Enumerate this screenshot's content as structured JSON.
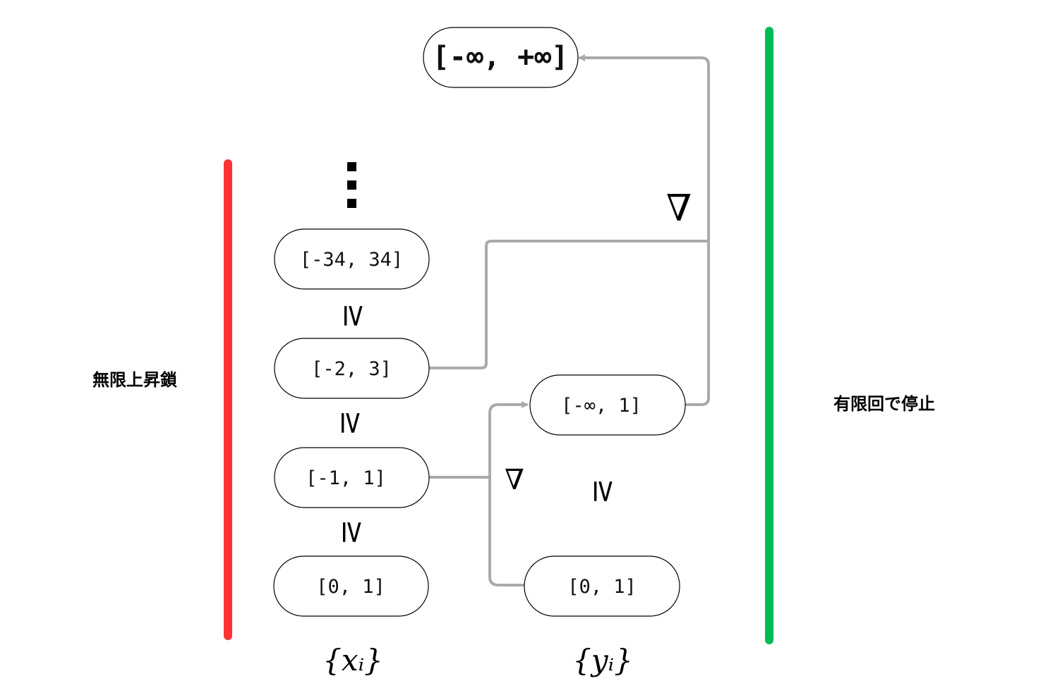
{
  "nodes": {
    "top": "[-∞, +∞]",
    "x3": "[-34, 34]",
    "x2": "[-2, 3]",
    "x1": "[-1, 1]",
    "x0": "[0, 1]",
    "y1": "[-∞, 1]",
    "y0": "[0, 1]"
  },
  "symbols": {
    "vertical_dots": "⋮",
    "geq": "≥",
    "widen": "∇"
  },
  "labels": {
    "left": "無限上昇鎖",
    "right": "有限回で停止",
    "x_set": "{xᵢ}",
    "y_set": "{yᵢ}"
  },
  "colors": {
    "left_bar": "#ff3333",
    "right_bar": "#00bb55",
    "connector": "#aaaaaa"
  }
}
